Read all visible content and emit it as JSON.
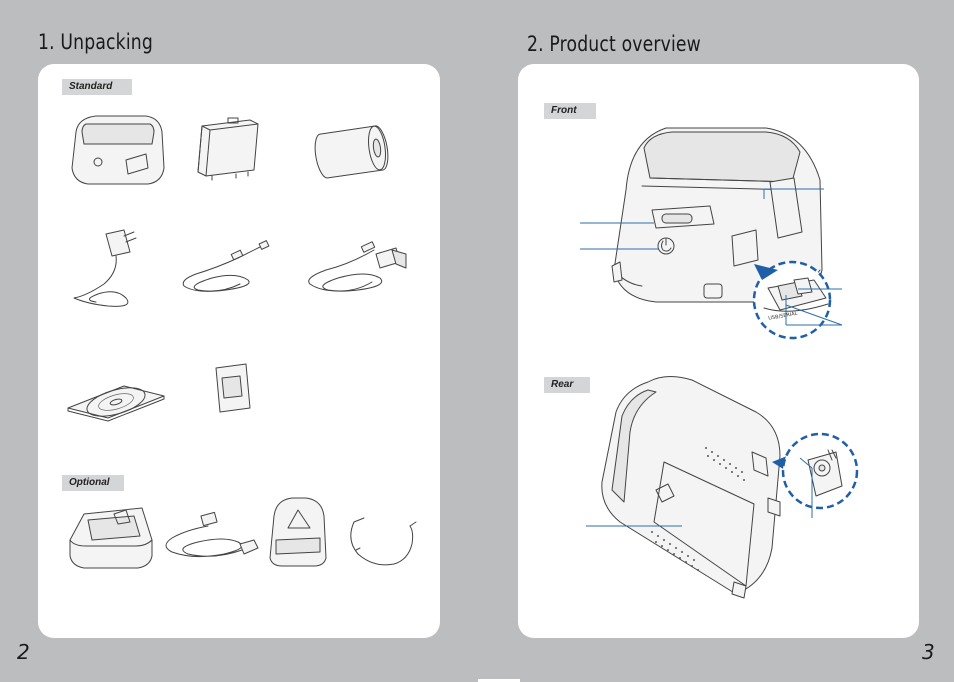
{
  "left_page": {
    "title": "1. Unpacking",
    "page_number": "2",
    "sections": [
      {
        "label": "Standard",
        "items": [
          "printer",
          "battery-pack",
          "paper-roll",
          "ac-adapter",
          "usb-cable",
          "serial-cable",
          "cd",
          "user-manual"
        ]
      },
      {
        "label": "Optional",
        "items": [
          "cradle",
          "car-charger",
          "carrying-case",
          "belt-strap"
        ]
      }
    ]
  },
  "right_page": {
    "title": "2. Product overview",
    "page_number": "3",
    "sections": [
      {
        "label": "Front"
      },
      {
        "label": "Rear"
      }
    ],
    "printer_markings": {
      "front_port_label": "USB/SERIAL"
    }
  },
  "colors": {
    "background": "#bcbdbf",
    "panel": "#ffffff",
    "tag": "#d4d5d6",
    "callout": "#2d6fa8",
    "zoom_circle": "#1f5fa8"
  }
}
